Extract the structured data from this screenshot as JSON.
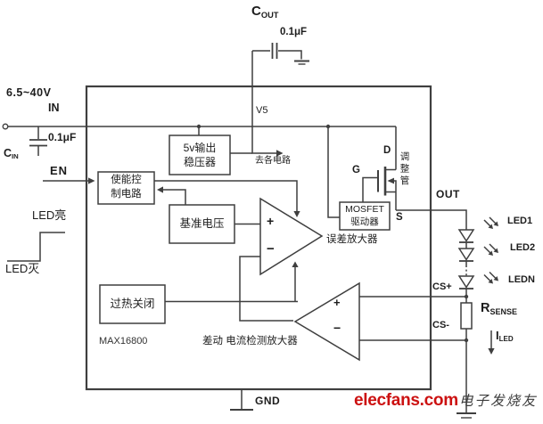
{
  "power": {
    "voltage_range": "6.5~40V"
  },
  "pins": {
    "in": "IN",
    "en": "EN",
    "v5": "V5",
    "out": "OUT",
    "cs_plus": "CS+",
    "cs_minus": "CS-",
    "gnd": "GND"
  },
  "capacitors": {
    "cin_name": "C",
    "cin_sub": "IN",
    "cin_value": "0.1μF",
    "cout_name": "C",
    "cout_sub": "OUT",
    "cout_value": "0.1μF"
  },
  "waveform": {
    "high": "LED亮",
    "low": "LED灭"
  },
  "chip": {
    "part_number": "MAX16800",
    "regulator_line1": "5v输出",
    "regulator_line2": "稳压器",
    "enable_line1": "使能控",
    "enable_line2": "制电路",
    "reference": "基准电压",
    "thermal": "过热关闭",
    "driver_line1": "MOSFET",
    "driver_line2": "驱动器",
    "error_amp_label": "误差放大器",
    "sense_amp_label": "差动 电流检测放大器",
    "to_circuits": "去各电路",
    "plus": "+",
    "minus": "−"
  },
  "mosfet": {
    "gate": "G",
    "drain": "D",
    "source": "S",
    "name": "调整管"
  },
  "leds": {
    "led1": "LED1",
    "led2": "LED2",
    "ledn": "LEDN"
  },
  "sense": {
    "r": "R",
    "r_sub": "SENSE",
    "i": "I",
    "i_sub": "LED"
  },
  "watermark": {
    "brand": "elecfans.com",
    "slogan": "电子发烧友"
  },
  "colors": {
    "line": "#3f3f3f",
    "brand_red": "#cc1111"
  }
}
